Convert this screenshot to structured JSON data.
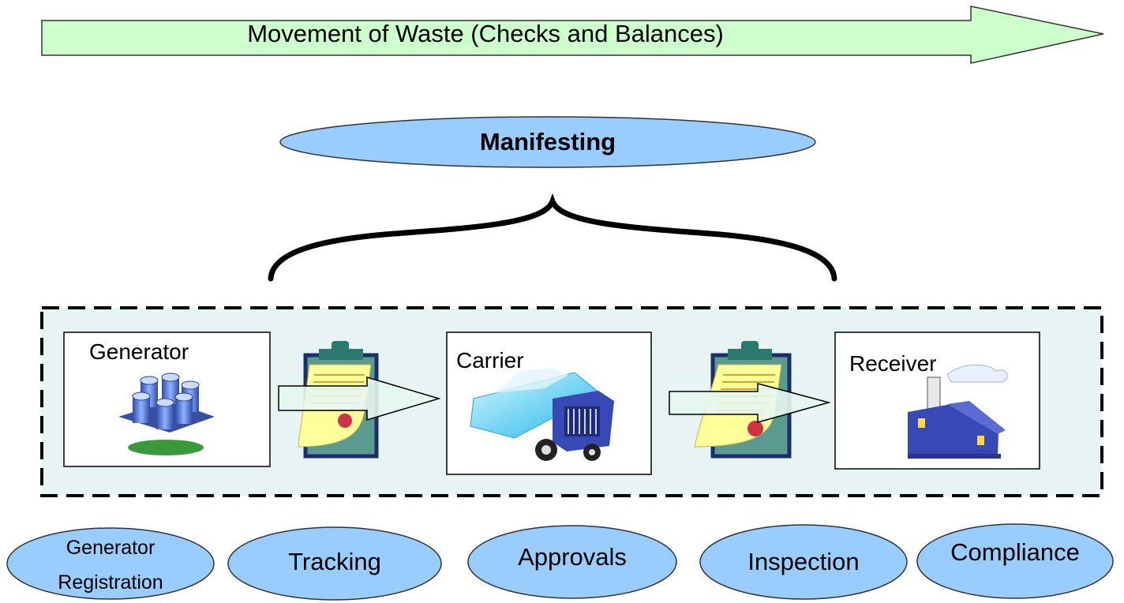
{
  "banner": {
    "label": "Movement of Waste (Checks and Balances)"
  },
  "main_process": {
    "label": "Manifesting"
  },
  "parties": {
    "generator": {
      "label": "Generator",
      "icon": "waste-drums-icon"
    },
    "carrier": {
      "label": "Carrier",
      "icon": "truck-icon"
    },
    "receiver": {
      "label": "Receiver",
      "icon": "factory-icon"
    }
  },
  "documents": [
    {
      "icon": "manifest-clipboard-icon"
    },
    {
      "icon": "manifest-clipboard-icon"
    }
  ],
  "functions": {
    "registration_line1": "Generator",
    "registration_line2": "Registration",
    "tracking": "Tracking",
    "approvals": "Approvals",
    "inspection": "Inspection",
    "compliance": "Compliance"
  },
  "colors": {
    "banner_fill": "#ccffcc",
    "oval_fill": "#99ccff",
    "panel_fill": "#e8f4f4"
  }
}
